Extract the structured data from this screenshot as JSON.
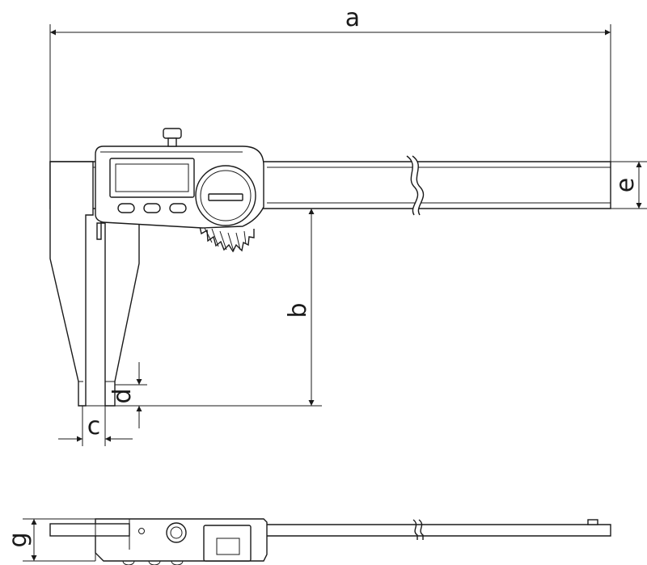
{
  "dimensions": {
    "a": "a",
    "b": "b",
    "c": "c",
    "d": "d",
    "e": "e",
    "g": "g"
  },
  "colors": {
    "line": "#1a1a1a",
    "background": "#ffffff"
  }
}
